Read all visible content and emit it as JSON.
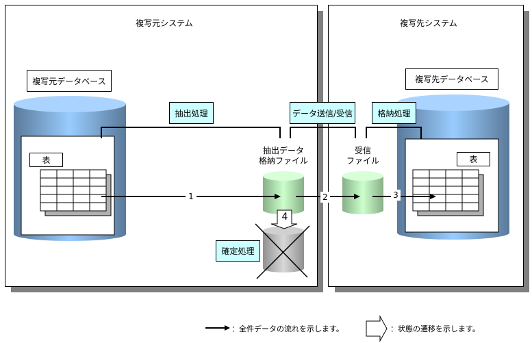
{
  "source_system": {
    "title": "複写元システム",
    "database_label": "複写元データベース",
    "table_label": "表"
  },
  "target_system": {
    "title": "複写先システム",
    "database_label": "複写先データベース",
    "table_label": "表"
  },
  "processes": {
    "extract": "抽出処理",
    "transfer": "データ送信/受信",
    "store": "格納処理",
    "confirm": "確定処理"
  },
  "files": {
    "extract_file_line1": "抽出データ",
    "extract_file_line2": "格納ファイル",
    "receive_file_line1": "受信",
    "receive_file_line2": "ファイル"
  },
  "steps": [
    "1",
    "2",
    "3",
    "4"
  ],
  "legend": {
    "flow_arrow": "：全件データの流れを示します。",
    "state_transition": "：状態の遷移を示します。"
  },
  "colors": {
    "db_blue": "#99ccff",
    "db_blue_dark": "#5a7a9a",
    "file_green": "#ccffcc",
    "file_green_dark": "#88b088",
    "process_box": "#ccffff",
    "shadow": "#808080",
    "deleted_gray": "#c0c0c0"
  }
}
